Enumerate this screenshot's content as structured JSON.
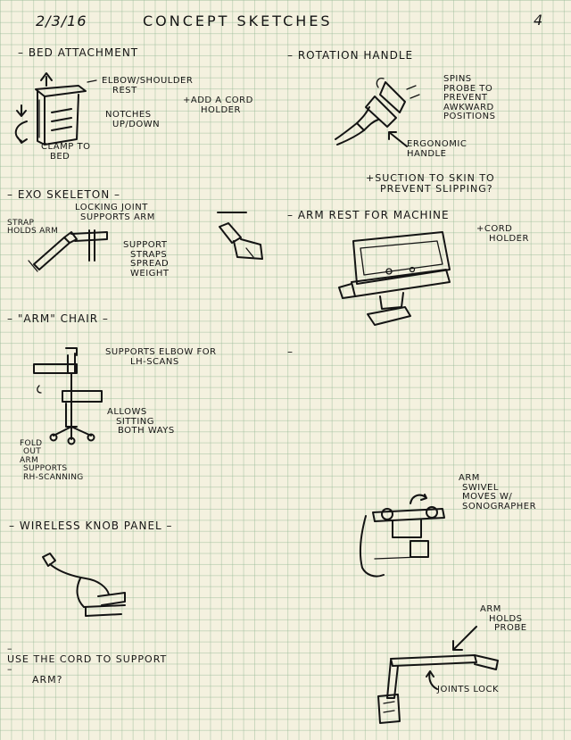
{
  "header": {
    "date": "2/3/16",
    "title": "Concept Sketches",
    "page_number": "4"
  },
  "sections": {
    "bed_attachment": {
      "heading": "Bed Attachment",
      "labels": {
        "elbow_rest": [
          "Elbow/Shoulder",
          "Rest"
        ],
        "notches": [
          "Notches",
          "Up/Down"
        ],
        "cord_holder": [
          "+Add a cord",
          "holder"
        ],
        "clamp": [
          "Clamp to",
          "Bed"
        ]
      }
    },
    "rotation_handle": {
      "heading": "Rotation Handle",
      "labels": {
        "spins": [
          "Spins",
          "Probe to",
          "Prevent",
          "Awkward",
          "Positions"
        ],
        "ergonomic": [
          "Ergonomic",
          "Handle"
        ]
      }
    },
    "suction": {
      "lines": [
        "+Suction to skin to",
        "prevent slipping?"
      ]
    },
    "exo_skeleton": {
      "heading": "Exo Skeleton",
      "labels": {
        "strap": [
          "Strap",
          "holds arm"
        ],
        "locking": [
          "Locking joint",
          "supports arm"
        ],
        "support": [
          "Support",
          "straps",
          "spread",
          "weight"
        ]
      }
    },
    "arm_rest": {
      "heading": "Arm Rest for Machine",
      "labels": {
        "cord": [
          "+Cord",
          "Holder"
        ]
      }
    },
    "arm_chair": {
      "heading": "\"Arm\" Chair",
      "labels": {
        "supports_elbow": [
          "Supports Elbow for",
          "LH-scans"
        ],
        "allows": [
          "Allows",
          "sitting",
          "both ways"
        ],
        "fold_out": [
          "Fold",
          "out",
          "arm",
          "supports",
          "RH-scanning"
        ]
      }
    },
    "wireless": {
      "heading": "Wireless Knob Panel"
    },
    "arm_swivel": {
      "labels": {
        "swivel": [
          "Arm",
          "swivel",
          "moves w/ sonographer"
        ]
      }
    },
    "use_cord": {
      "lines": [
        "Use the cord to support",
        "arm?"
      ]
    },
    "arm_holds": {
      "labels": {
        "holds": [
          "Arm",
          "holds",
          "probe"
        ],
        "joints": [
          "Joints lock"
        ]
      }
    }
  },
  "colors": {
    "paper": "#f4f1df",
    "grid": "#b6cfb2",
    "ink": "#141414"
  }
}
